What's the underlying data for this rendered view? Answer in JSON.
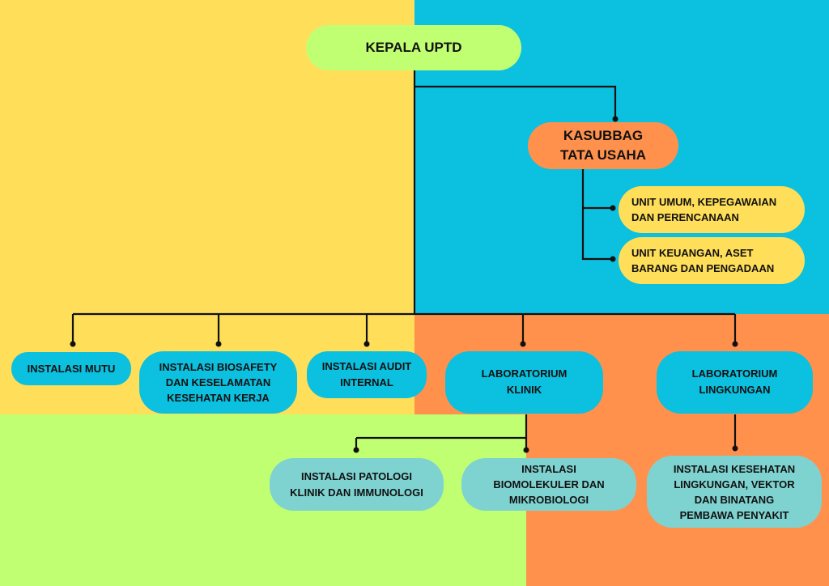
{
  "colors": {
    "yellow": "#FFDE59",
    "blue": "#0CC0DF",
    "orange": "#FF914D",
    "green": "#C1FF72",
    "node_green": "#C1FF72",
    "node_orange": "#FF914D",
    "node_yellow": "#FFDE59",
    "node_blue": "#0CC0DF",
    "node_teal": "#7ED3D1",
    "line": "#111111"
  },
  "nodes": {
    "head": "KEPALA UPTD",
    "kasubbag": "KASUBBAG\nTATA USAHA",
    "unit_umum": "UNIT UMUM, KEPEGAWAIAN\nDAN PERENCANAAN",
    "unit_keuangan": "UNIT KEUANGAN, ASET\nBARANG DAN PENGADAAN",
    "instalasi_mutu": "INSTALASI MUTU",
    "instalasi_biosafety": "INSTALASI BIOSAFETY\nDAN KESELAMATAN\nKESEHATAN KERJA",
    "instalasi_audit": "INSTALASI AUDIT\nINTERNAL",
    "lab_klinik": "LABORATORIUM\nKLINIK",
    "lab_lingkungan": "LABORATORIUM\nLINGKUNGAN",
    "instalasi_patologi": "INSTALASI PATOLOGI\nKLINIK DAN IMMUNOLOGI",
    "instalasi_biomolekuler": "INSTALASI\nBIOMOLEKULER DAN\nMIKROBIOLOGI",
    "instalasi_kesling": "INSTALASI KESEHATAN\nLINGKUNGAN, VEKTOR\nDAN BINATANG\nPEMBAWA PENYAKIT"
  }
}
